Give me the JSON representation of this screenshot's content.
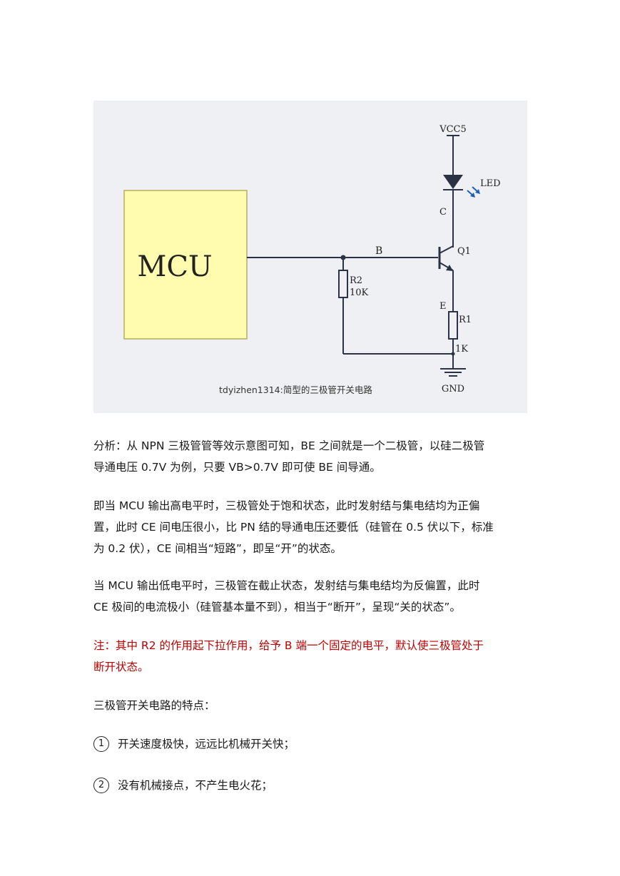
{
  "figure": {
    "mcu_label": "MCU",
    "vcc_label": "VCC5",
    "led_label": "LED",
    "c_label": "C",
    "b_label": "B",
    "q1_label": "Q1",
    "e_label": "E",
    "r1_label": "R1",
    "r1_value": "1K",
    "r2_label": "R2",
    "r2_value": "10K",
    "gnd_label": "GND",
    "caption": "tdyizhen1314:简型的三极管开关电路",
    "colors": {
      "mcu_fill": "#fffcb0",
      "mcu_border": "#b8ad5e",
      "wire": "#2b3245",
      "background": "#eef0f3"
    }
  },
  "paragraphs": {
    "p1_line1": "分析：从 NPN 三极管管等效示意图可知，BE 之间就是一个二极管，以硅二极管",
    "p1_line2": "导通电压 0.7V 为例，只要 VB>0.7V 即可使 BE 间导通。",
    "p2_line1": "即当 MCU 输出高电平时，三极管处于饱和状态，此时发射结与集电结均为正偏",
    "p2_line2": "置，此时 CE 间电压很小，比 PN 结的导通电压还要低（硅管在 0.5 伏以下，标准",
    "p2_line3": "为 0.2 伏），CE 间相当“短路”，即呈“开”的状态。",
    "p3_line1": "当 MCU 输出低电平时，三极管在截止状态，发射结与集电结均为反偏置，此时",
    "p3_line2": "CE 极间的电流极小（硅管基本量不到），相当于“断开”，呈现“关的状态”。",
    "note_line1": "注：其中 R2 的作用起下拉作用，给予 B 端一个固定的电平，默认使三极管处于",
    "note_line2": "断开状态。",
    "features_heading": "三极管开关电路的特点："
  },
  "list": [
    {
      "number": "1",
      "text": "开关速度极快，远远比机械开关快；"
    },
    {
      "number": "2",
      "text": "没有机械接点，不产生电火花；"
    }
  ]
}
